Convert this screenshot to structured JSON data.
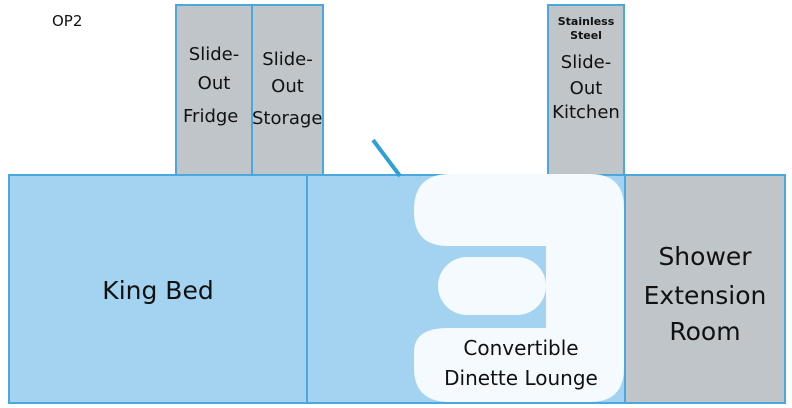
{
  "diagram": {
    "option_label": "OP2",
    "slide_out_fridge": {
      "line1": "Slide-",
      "line2": "Out",
      "line3": "Fridge"
    },
    "slide_out_storage": {
      "line1": "Slide-",
      "line2": "Out",
      "line3": "Storage"
    },
    "slide_out_kitchen": {
      "top1": "Stainless",
      "top2": "Steel",
      "line1": "Slide-",
      "line2": "Out",
      "line3": "Kitchen"
    },
    "king_bed": "King Bed",
    "dinette": {
      "line1": "Convertible",
      "line2": "Dinette Lounge"
    },
    "shower": {
      "line1": "Shower",
      "line2": "Extension",
      "line3": "Room"
    }
  },
  "colors": {
    "bed_fill": "#a3d3f0",
    "border": "#4aa8de",
    "slideout_fill": "#bfc5c9",
    "dinette_fill": "#f4fafe"
  }
}
